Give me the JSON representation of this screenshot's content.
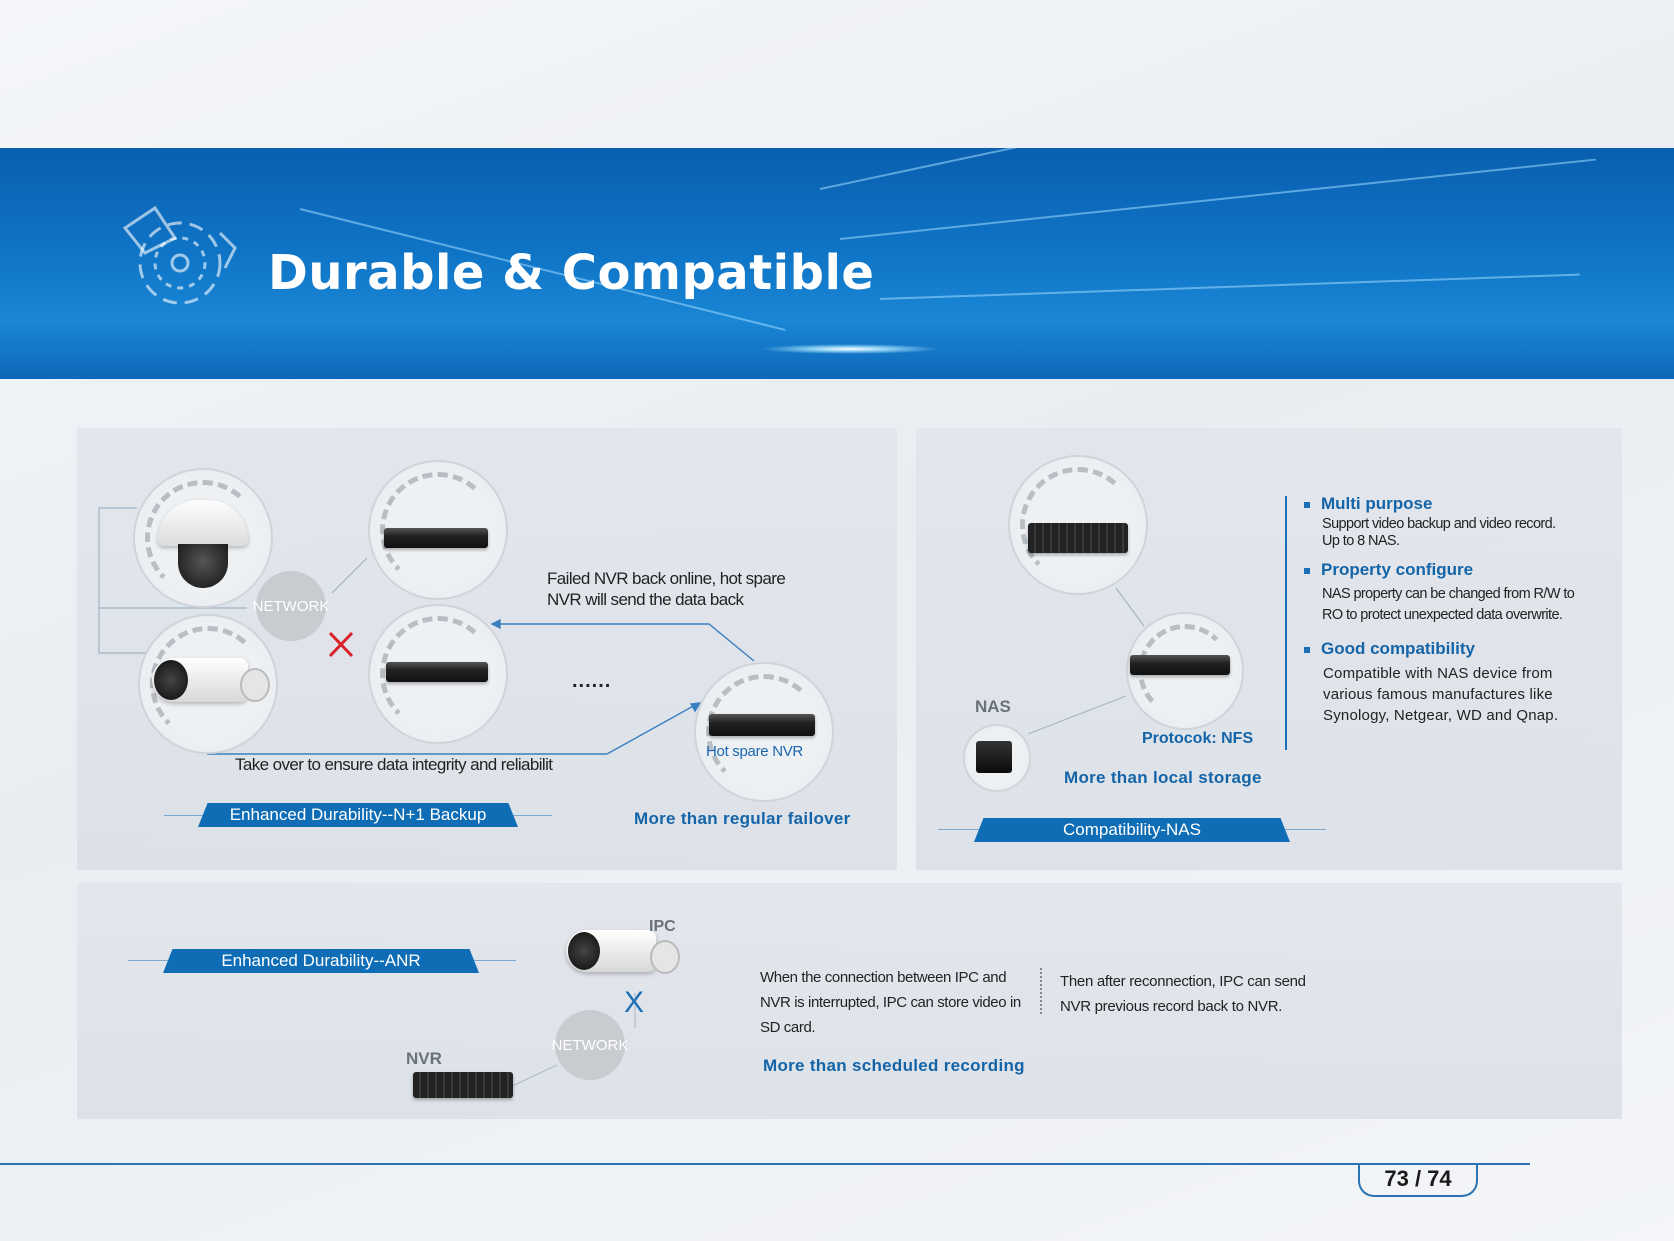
{
  "header": {
    "title": "Durable & Compatible"
  },
  "panel_n1": {
    "network_label": "NETWORK",
    "failed_text_1": "Failed NVR back online, hot spare",
    "failed_text_2": "NVR will send the data back",
    "dots": "......",
    "takeover_text": "Take over to ensure data  integrity and reliabilit",
    "hot_spare_label": "Hot spare NVR",
    "tag": "Enhanced Durability--N+1 Backup",
    "highlight": "More than regular failover"
  },
  "panel_nas": {
    "nas_label": "NAS",
    "protocol": "Protocok: NFS",
    "highlight": "More than local storage",
    "tag": "Compatibility-NAS",
    "features": [
      {
        "title": "Multi purpose",
        "lines": [
          "Support video backup and video record.",
          "Up to 8 NAS."
        ]
      },
      {
        "title": "Property configure",
        "lines": [
          "NAS property can be changed from R/W to",
          "RO to protect  unexpected data overwrite."
        ]
      },
      {
        "title": "Good compatibility",
        "lines": [
          "Compatible with NAS device from",
          "various famous manufactures like",
          "Synology, Netgear, WD and Qnap."
        ]
      }
    ]
  },
  "panel_anr": {
    "tag": "Enhanced Durability--ANR",
    "ipc_label": "IPC",
    "network_label": "NETWORK",
    "nvr_label": "NVR",
    "x_mark": "X",
    "text_left_1": "When the connection between IPC and",
    "text_left_2": "NVR is interrupted, IPC can store video in",
    "text_left_3": "SD card.",
    "text_right_1": "Then after reconnection, IPC can send",
    "text_right_2": "NVR  previous record back to NVR.",
    "highlight": "More than scheduled recording"
  },
  "footer": {
    "page": "73 / 74"
  },
  "colors": {
    "accent": "#0f6db6",
    "highlight_text": "#1464a8",
    "cross_red": "#d8232a"
  }
}
